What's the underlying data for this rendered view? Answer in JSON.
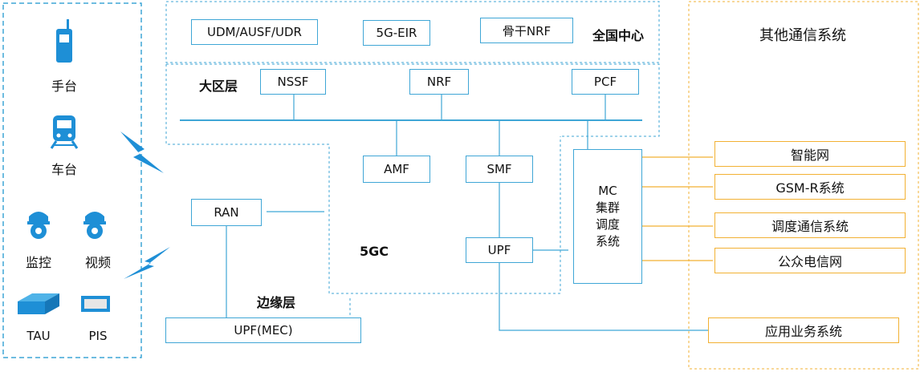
{
  "devices": {
    "handset": "手台",
    "train_radio": "车台",
    "monitor": "监控",
    "video": "视频",
    "tau": "TAU",
    "pis": "PIS"
  },
  "national_center": {
    "label": "全国中心",
    "udm": "UDM/AUSF/UDR",
    "eir": "5G-EIR",
    "nrf": "骨干NRF"
  },
  "region_layer": {
    "label": "大区层",
    "nssf": "NSSF",
    "nrf": "NRF",
    "pcf": "PCF"
  },
  "core": {
    "label": "5GC",
    "amf": "AMF",
    "smf": "SMF",
    "upf": "UPF",
    "mc_lines": [
      "MC",
      "集群",
      "调度",
      "系统"
    ]
  },
  "edge_layer": {
    "label": "边缘层",
    "ran": "RAN",
    "upf_mec": "UPF(MEC)"
  },
  "other_systems": {
    "title": "其他通信系统",
    "intelligent_network": "智能网",
    "gsmr": "GSM-R系统",
    "dispatch": "调度通信系统",
    "public_network": "公众电信网",
    "application": "应用业务系统"
  },
  "colors": {
    "blue_line": "#3fa6d6",
    "icon_blue": "#1e8fd6",
    "orange_line": "#f2b133"
  }
}
